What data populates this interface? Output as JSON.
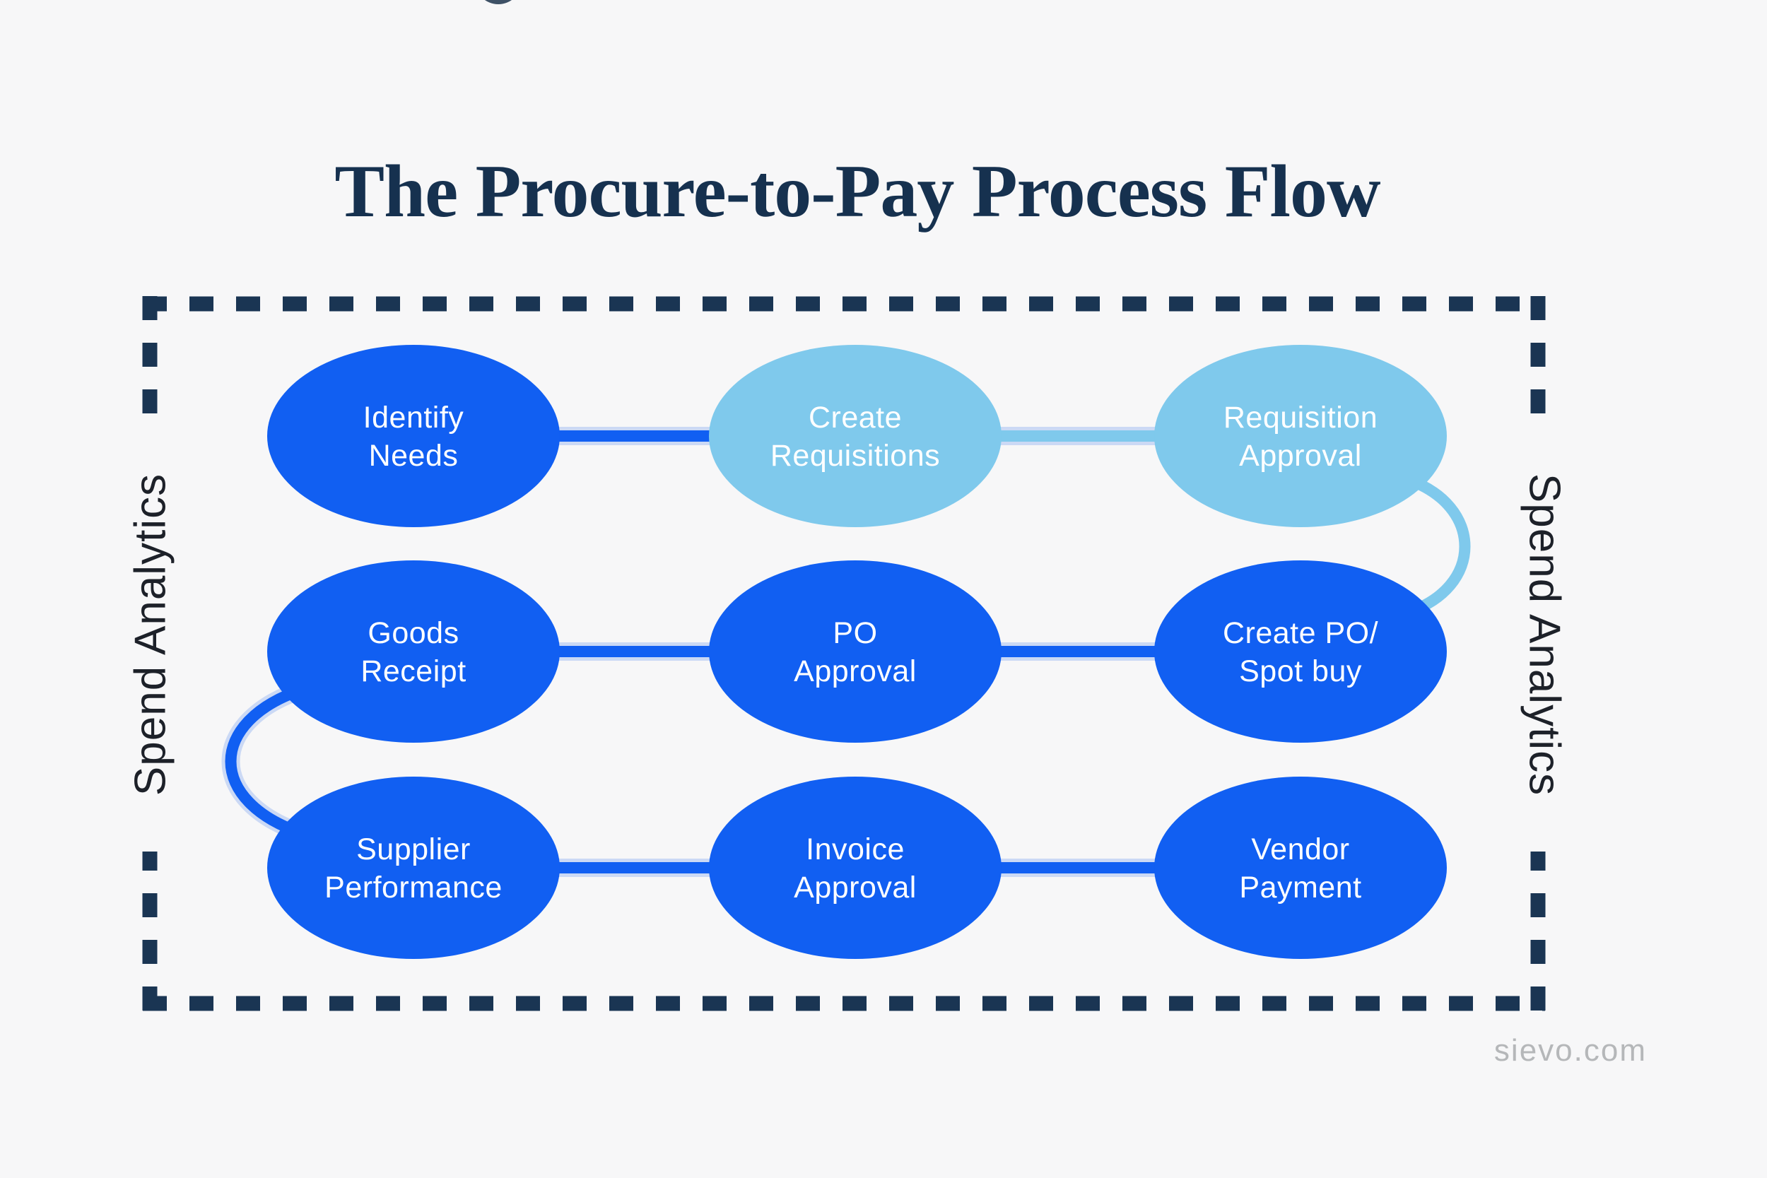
{
  "title": "The Procure-to-Pay Process Flow",
  "watermark": "sievo.com",
  "side_labels": {
    "left": "Spend Analytics",
    "right": "Spend Analytics"
  },
  "colors": {
    "background": "#F7F7F8",
    "dark_blue": "#115FF2",
    "light_blue": "#7FC9EC",
    "connector_halo": "#C3D4F4",
    "border_navy": "#1A3553",
    "title_navy": "#16314F",
    "side_label_text": "#1D2129",
    "node_text": "#FFFFFF",
    "watermark_gray": "#B5B7B9",
    "logo_navy": "#3E5166"
  },
  "nodes": [
    {
      "id": "identify-needs",
      "lines": [
        "Identify",
        "Needs"
      ],
      "fill": "dark"
    },
    {
      "id": "create-requisitions",
      "lines": [
        "Create",
        "Requisitions"
      ],
      "fill": "light"
    },
    {
      "id": "requisition-approval",
      "lines": [
        "Requisition",
        "Approval"
      ],
      "fill": "light"
    },
    {
      "id": "goods-receipt",
      "lines": [
        "Goods",
        "Receipt"
      ],
      "fill": "dark"
    },
    {
      "id": "po-approval",
      "lines": [
        "PO",
        "Approval"
      ],
      "fill": "dark"
    },
    {
      "id": "create-po-spot-buy",
      "lines": [
        "Create PO/",
        "Spot buy"
      ],
      "fill": "dark"
    },
    {
      "id": "supplier-performance",
      "lines": [
        "Supplier",
        "Performance"
      ],
      "fill": "dark"
    },
    {
      "id": "invoice-approval",
      "lines": [
        "Invoice",
        "Approval"
      ],
      "fill": "dark"
    },
    {
      "id": "vendor-payment",
      "lines": [
        "Vendor",
        "Payment"
      ],
      "fill": "dark"
    }
  ],
  "edges": [
    {
      "from": "identify-needs",
      "to": "create-requisitions",
      "color": "dark"
    },
    {
      "from": "create-requisitions",
      "to": "requisition-approval",
      "color": "light"
    },
    {
      "from": "requisition-approval",
      "to": "create-po-spot-buy",
      "color": "light"
    },
    {
      "from": "create-po-spot-buy",
      "to": "po-approval",
      "color": "dark"
    },
    {
      "from": "po-approval",
      "to": "goods-receipt",
      "color": "dark"
    },
    {
      "from": "goods-receipt",
      "to": "supplier-performance",
      "color": "dark"
    },
    {
      "from": "supplier-performance",
      "to": "invoice-approval",
      "color": "dark"
    },
    {
      "from": "invoice-approval",
      "to": "vendor-payment",
      "color": "dark"
    }
  ]
}
